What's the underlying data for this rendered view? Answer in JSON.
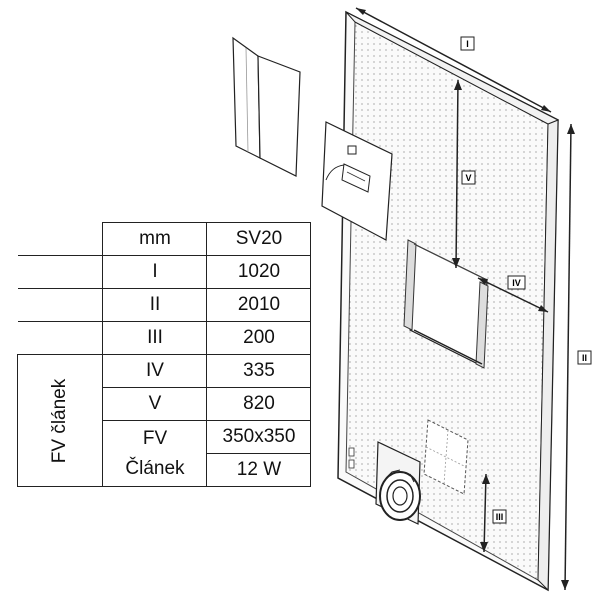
{
  "table": {
    "header": {
      "unit": "mm",
      "model": "SV20"
    },
    "rows": [
      {
        "label": "I",
        "value": "1020"
      },
      {
        "label": "II",
        "value": "2010"
      },
      {
        "label": "III",
        "value": "200"
      },
      {
        "label": "IV",
        "value": "335"
      },
      {
        "label": "V",
        "value": "820"
      }
    ],
    "fv_row": {
      "label_line1": "FV",
      "label_line2": "Článek",
      "value_line1": "350x350",
      "value_line2": "12 W"
    },
    "side_label": "FV článek"
  },
  "dimension_labels": {
    "I": "I",
    "II": "II",
    "III": "III",
    "IV": "IV",
    "V": "V"
  }
}
